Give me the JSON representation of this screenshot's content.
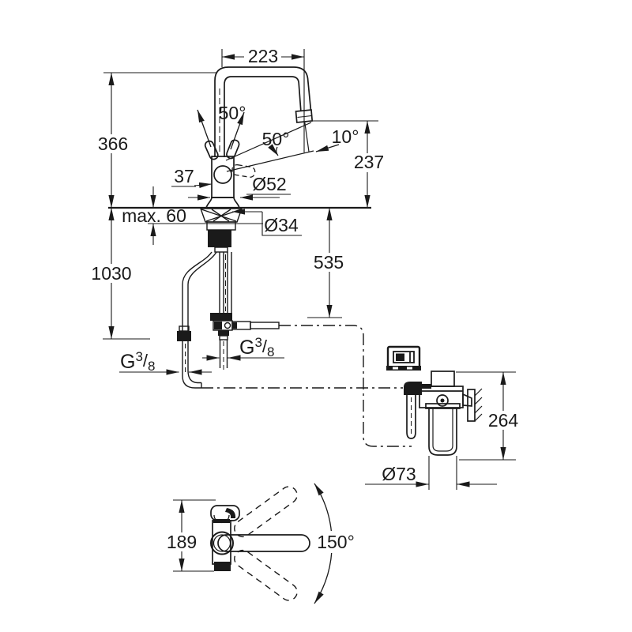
{
  "document": {
    "type": "technical dimensional drawing",
    "subject": "kitchen faucet with U-spout and under-sink filter system",
    "background_color": "#ffffff",
    "line_color": "#1a1a1a"
  },
  "front_view": {
    "spout_projection": "223",
    "spout_height": "366",
    "lever_swing_front": "50°",
    "lever_swing_side": "50°",
    "spout_outlet_angle": "10°",
    "outlet_height_above_deck": "237",
    "lever_offset": "37",
    "body_diameter": "Ø52",
    "max_deck_thickness": "max. 60",
    "shank_diameter": "Ø34",
    "hose_length_below_deck": "1030",
    "connection_drop": "535",
    "thread_left": {
      "letter": "G",
      "numerator": "3",
      "slash": "/",
      "denominator": "8"
    },
    "thread_center": {
      "letter": "G",
      "numerator": "3",
      "slash": "/",
      "denominator": "8"
    }
  },
  "filter_unit": {
    "height": "264",
    "cartridge_diameter": "Ø73"
  },
  "top_view": {
    "spout_reach": "189",
    "swivel_range": "150°"
  }
}
